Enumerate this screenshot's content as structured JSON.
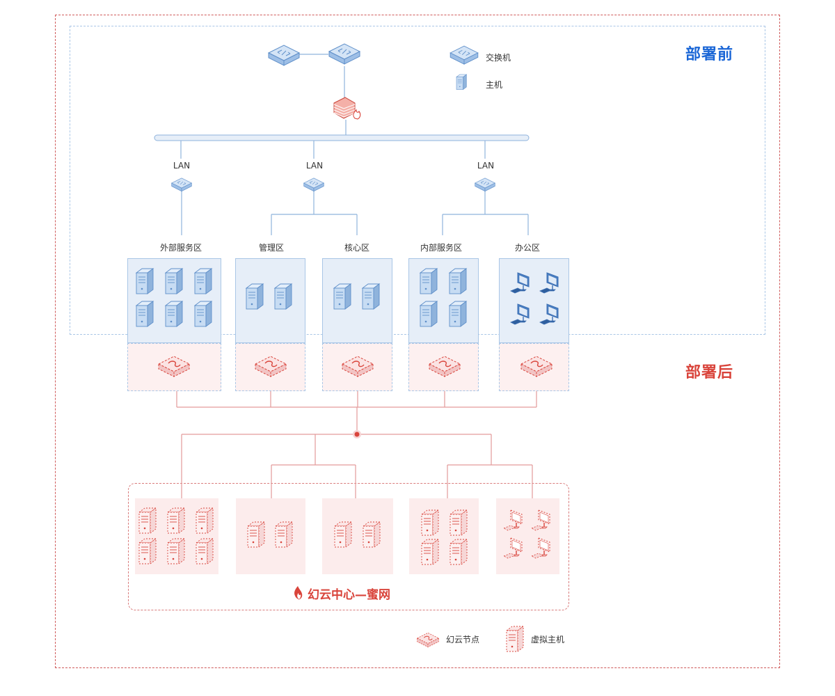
{
  "sections": {
    "before_title": "部署前",
    "after_title": "部署后"
  },
  "legend_top": {
    "switch_label": "交换机",
    "host_label": "主机"
  },
  "lan_labels": [
    "LAN",
    "LAN",
    "LAN"
  ],
  "zones": [
    {
      "label": "外部服务区",
      "devices": "server",
      "count": 6
    },
    {
      "label": "管理区",
      "devices": "server",
      "count": 2
    },
    {
      "label": "核心区",
      "devices": "server",
      "count": 2
    },
    {
      "label": "内部服务区",
      "devices": "server",
      "count": 4
    },
    {
      "label": "办公区",
      "devices": "pc",
      "count": 4
    }
  ],
  "center": {
    "name": "幻云中心—蜜网"
  },
  "legend_bottom": {
    "node_label": "幻云节点",
    "vhost_label": "虚拟主机"
  },
  "colors": {
    "blue_line": "#8fb3dc",
    "blue_fill": "#b9d3f0",
    "red_line": "#e39a9a",
    "red_accent": "#d9443b"
  }
}
